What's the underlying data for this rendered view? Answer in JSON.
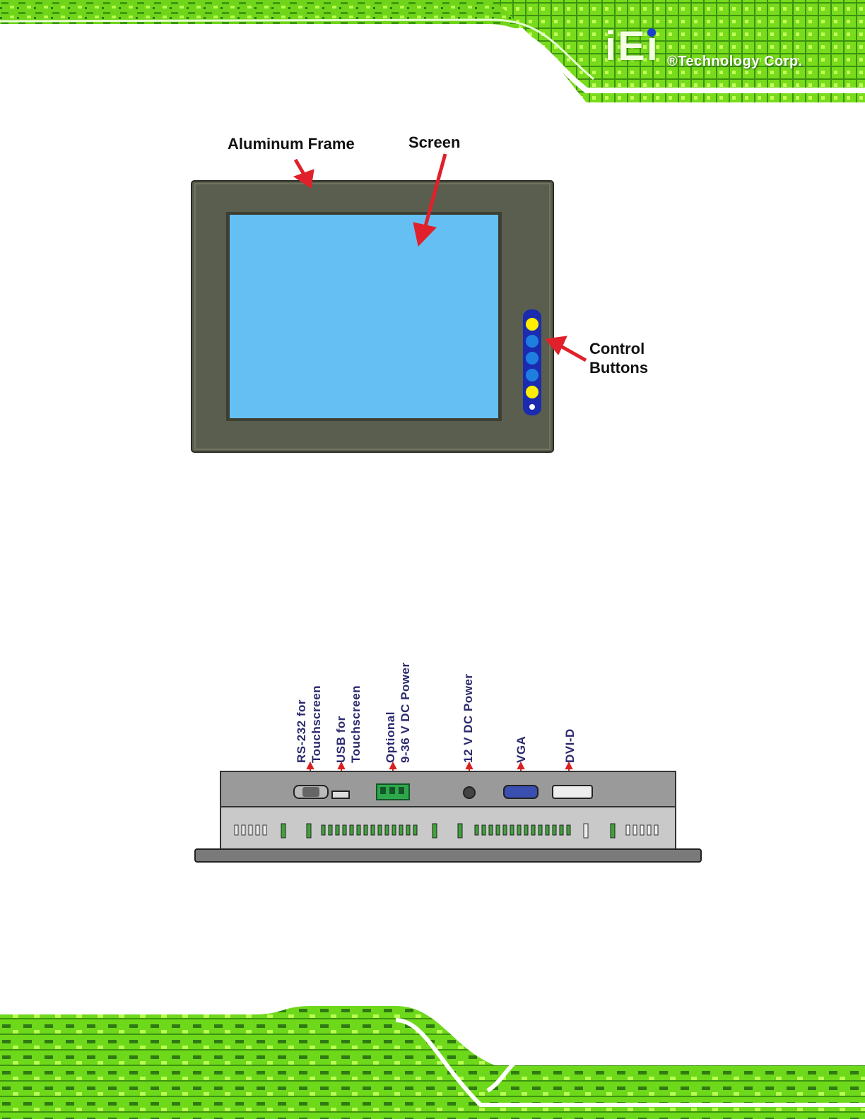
{
  "header": {
    "logo_text": "iEi",
    "brand_text": "®Technology Corp."
  },
  "front_view": {
    "labels": {
      "aluminum_frame": "Aluminum Frame",
      "screen": "Screen",
      "control_buttons_line1": "Control",
      "control_buttons_line2": "Buttons"
    },
    "colors": {
      "frame": "#5a5e4e",
      "screen": "#66bff2",
      "button_strip": "#1b2bb0",
      "button_blue": "#1e7fe0",
      "button_yellow": "#ffee00",
      "arrow": "#e0202a"
    }
  },
  "bottom_view": {
    "labels": {
      "rs232_line1": "RS-232 for",
      "rs232_line2": "Touchscreen",
      "usb_line1": "USB for",
      "usb_line2": "Touchscreen",
      "power_opt_line1": "Optional",
      "power_opt_line2": "9-36 V DC Power",
      "power_12v": "12 V DC Power",
      "vga": "VGA",
      "dvi": "DVI-D"
    },
    "colors": {
      "label": "#2b2a6e",
      "terminal_block": "#2ea84a",
      "chassis": "#8b8b8b",
      "vga_connector": "#3b4fb0"
    }
  },
  "background": {
    "pcb_green": "#7fe021",
    "pcb_dark": "#2f7a12"
  }
}
